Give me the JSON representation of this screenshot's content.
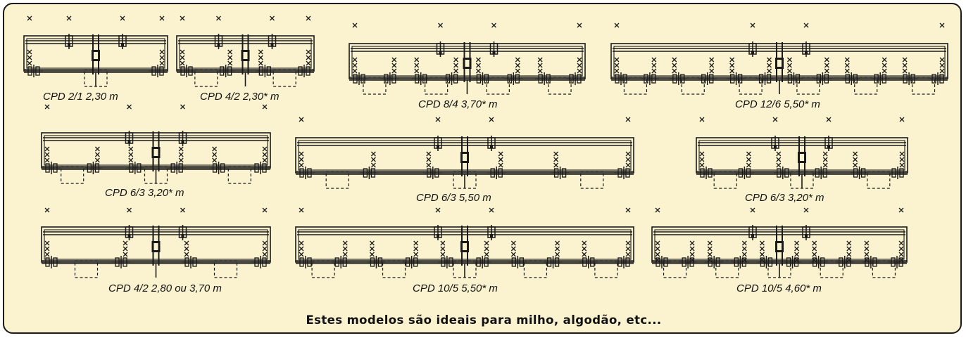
{
  "models": [
    {
      "id": "m1",
      "label": "CPD 2/1  2,30 m",
      "units": 2,
      "teeth": 1
    },
    {
      "id": "m2",
      "label": "CPD 4/2  2,30* m",
      "units": 4,
      "teeth": 2
    },
    {
      "id": "m3",
      "label": "CPD 8/4  3,70* m",
      "units": 8,
      "teeth": 4
    },
    {
      "id": "m4",
      "label": "CPD 12/6  5,50* m",
      "units": 12,
      "teeth": 6
    },
    {
      "id": "m5",
      "label": "CPD 6/3  3,20* m",
      "units": 6,
      "teeth": 3
    },
    {
      "id": "m6",
      "label": "CPD 6/3  5,50 m",
      "units": 6,
      "teeth": 3
    },
    {
      "id": "m7",
      "label": "CPD 6/3  3,20* m",
      "units": 6,
      "teeth": 3
    },
    {
      "id": "m8",
      "label": "CPD 4/2  2,80 ou 3,70 m",
      "units": 4,
      "teeth": 2
    },
    {
      "id": "m9",
      "label": "CPD 10/5  5,50* m",
      "units": 10,
      "teeth": 5
    },
    {
      "id": "m10",
      "label": "CPD 10/5  4,60* m",
      "units": 10,
      "teeth": 5
    }
  ],
  "footer": "Estes modelos são ideais para milho, algodão, etc...",
  "colors": {
    "background": "#fbf3cf",
    "line": "#1a1a1a",
    "border": "#1a1a1a"
  }
}
